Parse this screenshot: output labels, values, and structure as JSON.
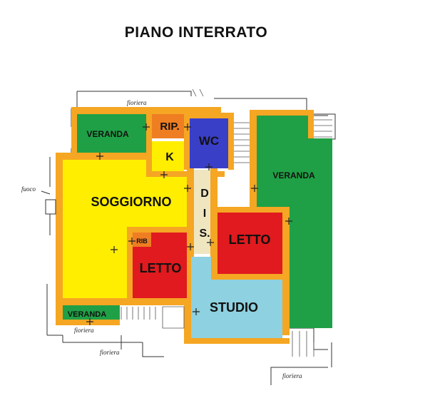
{
  "title": "PIANO INTERRATO",
  "colors": {
    "wall": "#f5a623",
    "soggiorno": "#ffee00",
    "veranda": "#1fa046",
    "ripostiglio": "#ef7d22",
    "wc": "#3a3fc8",
    "letto": "#e01a1e",
    "studio": "#8ed1e0",
    "disimpegno": "#efe6c0"
  },
  "rooms": {
    "veranda_top": "VERANDA",
    "rip": "RIP.",
    "wc": "WC",
    "k": "K",
    "veranda_right": "VERANDA",
    "soggiorno": "SOGGIORNO",
    "dis_d": "D",
    "dis_i": "I",
    "dis_s": "S.",
    "letto_right": "LETTO",
    "rib": "RIB",
    "letto_left": "LETTO",
    "studio": "STUDIO",
    "veranda_bottom": "VERANDA"
  },
  "annotations": {
    "fioriera_top": "fioriera",
    "fuoco": "fuoco",
    "fioriera_bottom_left": "fioriera",
    "fioriera_mid": "fioriera",
    "fioriera_bottom_right": "fioriera"
  }
}
